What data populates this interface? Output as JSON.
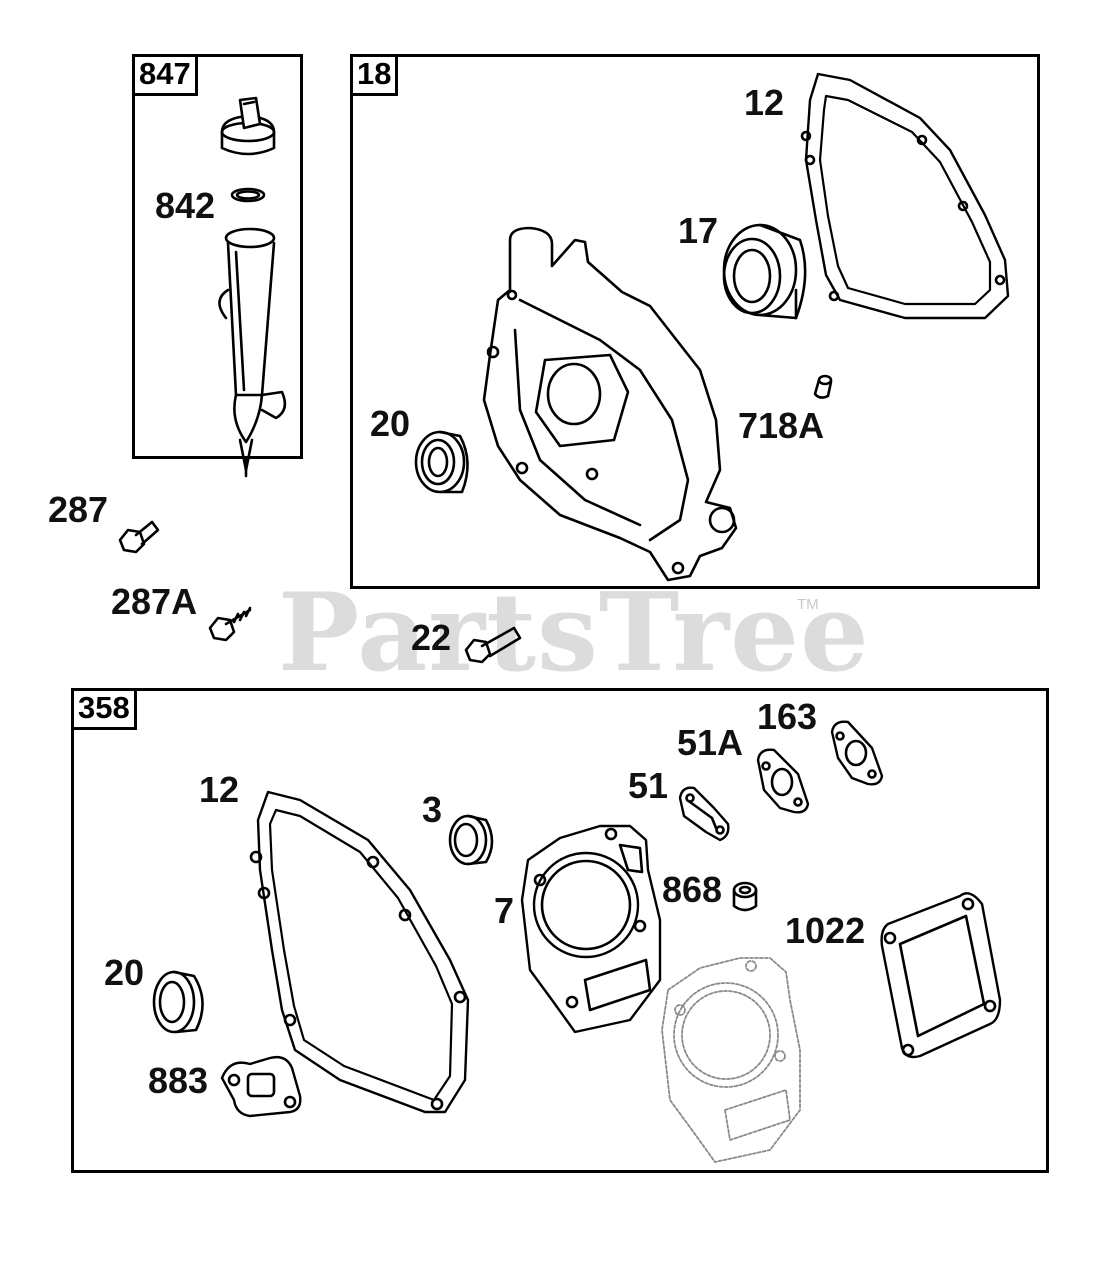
{
  "watermark": {
    "text": "PartsTree",
    "trademark": "TM",
    "color": "#dcdcdc"
  },
  "groups": [
    {
      "id": "847",
      "label": "847"
    },
    {
      "id": "18",
      "label": "18"
    },
    {
      "id": "358",
      "label": "358"
    }
  ],
  "callouts": {
    "oil_fill_cap": "842",
    "gasket_top": "12",
    "bearing": "17",
    "seal_top": "20",
    "pin": "718A",
    "bolt_287": "287",
    "screw_287a": "287A",
    "bolt_22": "22",
    "gasket_bottom": "12",
    "seal_3": "3",
    "gasket_51": "51",
    "gasket_51a": "51A",
    "gasket_163": "163",
    "head_gasket": "7",
    "valve_seal": "868",
    "gasket_1022": "1022",
    "seal_bottom": "20",
    "gasket_883": "883"
  }
}
